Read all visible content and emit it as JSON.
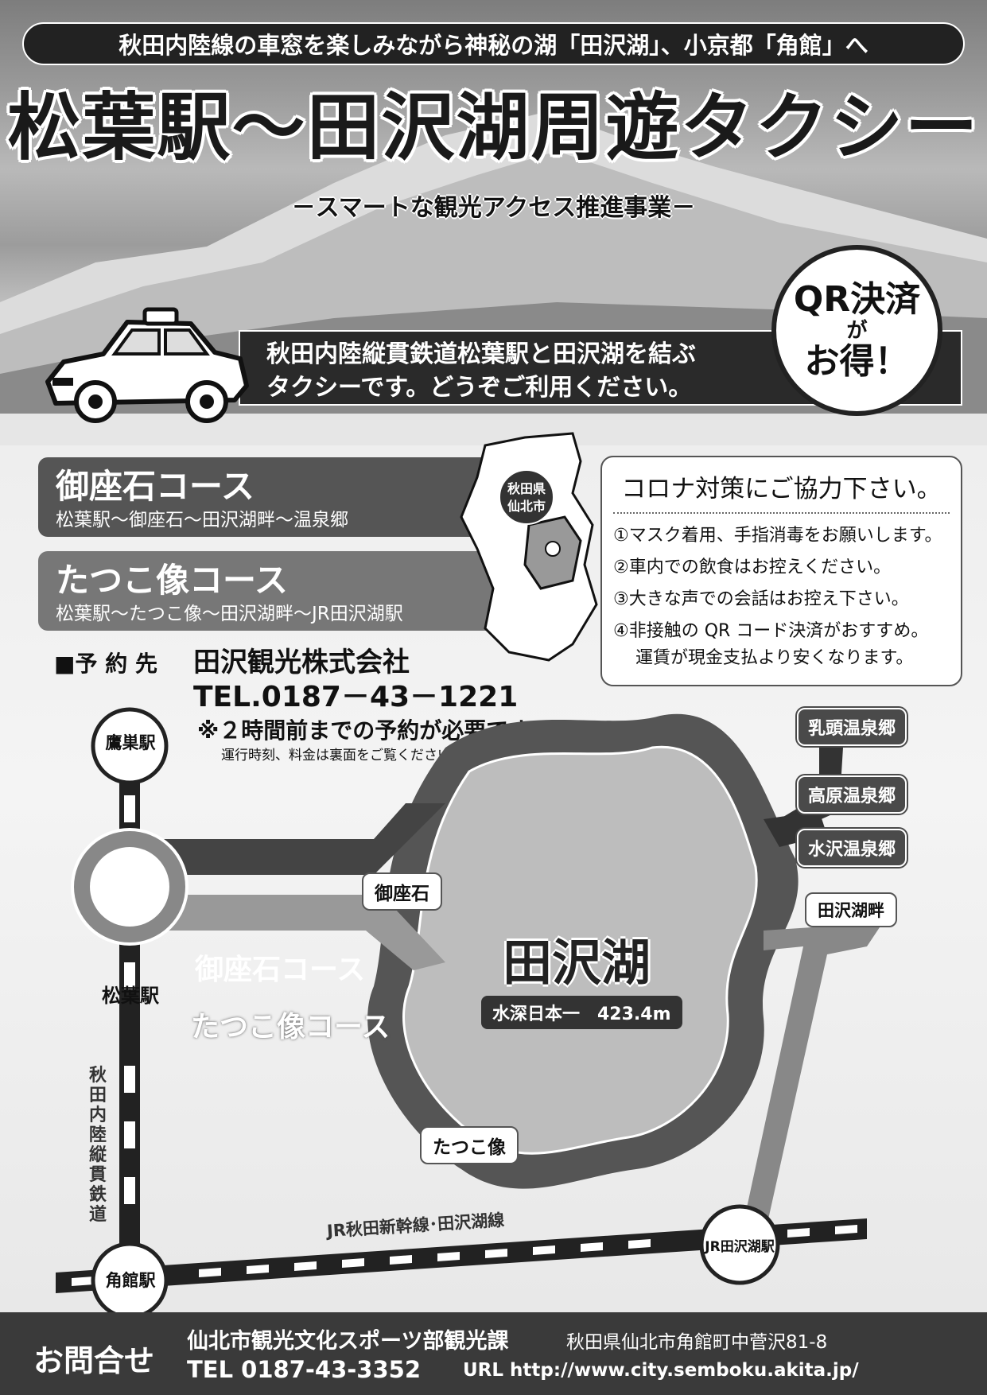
{
  "header": {
    "top_banner": "秋田内陸線の車窓を楽しみながら神秘の湖「田沢湖」、小京都「角館」へ",
    "title": "松葉駅～田沢湖周遊タクシー",
    "subtitle": "－スマートな観光アクセス推進事業－",
    "band_line1": "秋田内陸縦貫鉄道松葉駅と田沢湖を結ぶ",
    "band_line2": "タクシーです。どうぞご利用ください。",
    "qr_l1": "QR決済",
    "qr_l2": "が",
    "qr_l3": "お得！"
  },
  "courses": [
    {
      "name": "御座石コース",
      "route": "松葉駅～御座石～田沢湖畔～温泉郷"
    },
    {
      "name": "たつこ像コース",
      "route": "松葉駅～たつこ像～田沢湖畔～JR田沢湖駅"
    }
  ],
  "pref_map": {
    "label_l1": "秋田県",
    "label_l2": "仙北市"
  },
  "corona": {
    "title": "コロナ対策にご協力下さい。",
    "items": [
      "①マスク着用、手指消毒をお願いします。",
      "②車内での飲食はお控えください。",
      "③大きな声での会話はお控え下さい。",
      "④非接触の QR コード決済がおすすめ。"
    ],
    "item4_cont": "運賃が現金支払より安くなります。"
  },
  "reservation": {
    "label": "■予 約 先",
    "company": "田沢観光株式会社",
    "tel": "TEL.0187－43－1221",
    "note": "※２時間前までの予約が必要です。",
    "subnote": "運行時刻、料金は裏面をご覧ください。"
  },
  "route_map": {
    "station_takanosu": "鷹巣駅",
    "station_matsuba": "松葉駅",
    "station_kakunodate": "角館駅",
    "station_jr_tazawako": "JR田沢湖駅",
    "course_gozanoishi": "御座石コース",
    "course_tatsuko": "たつこ像コース",
    "stop_gozanoishi": "御座石",
    "stop_tatsuko": "たつこ像",
    "stop_kohan": "田沢湖畔",
    "onsen_nyuto": "乳頭温泉郷",
    "onsen_kogen": "高原温泉郷",
    "onsen_mizusawa": "水沢温泉郷",
    "lake_name": "田沢湖",
    "lake_depth": "水深日本一　423.4m",
    "line_jr": "JR秋田新幹線･田沢湖線",
    "line_nairiku": "秋田内陸縦貫鉄道"
  },
  "footer": {
    "label": "お問合せ",
    "org": "仙北市観光文化スポーツ部観光課",
    "address": "秋田県仙北市角館町中菅沢81-8",
    "tel": "TEL 0187-43-3352",
    "url": "URL http://www.city.semboku.akita.jp/"
  }
}
